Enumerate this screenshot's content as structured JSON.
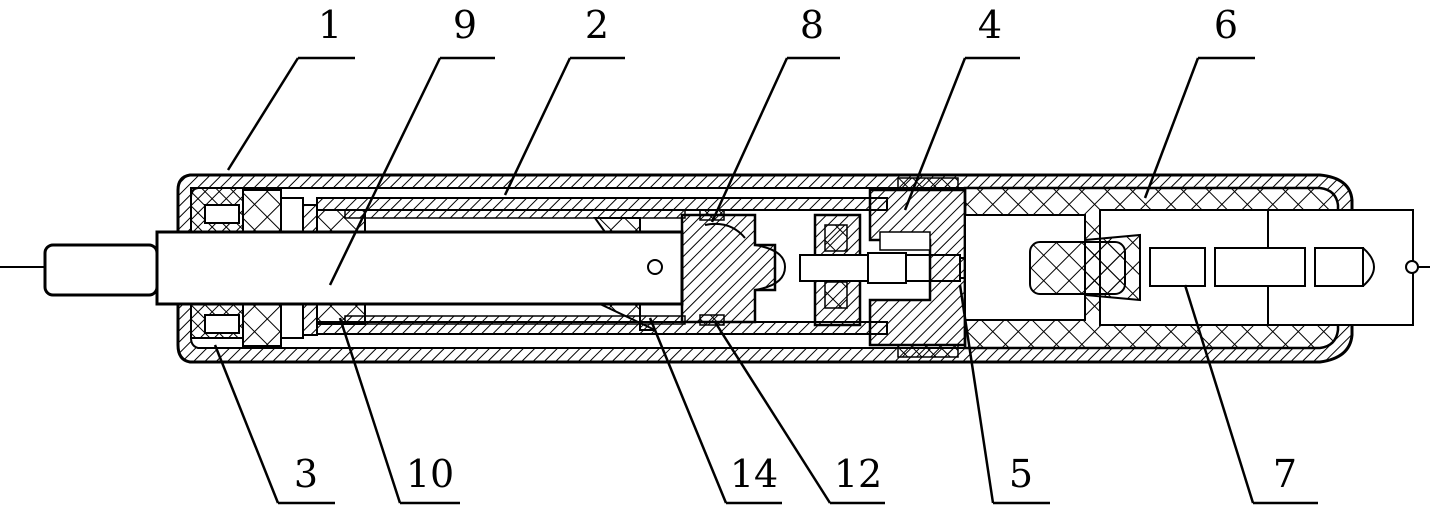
{
  "callouts": {
    "c1": "1",
    "c9": "9",
    "c2": "2",
    "c8": "8",
    "c4": "4",
    "c6": "6",
    "c3": "3",
    "c10": "10",
    "c14": "14",
    "c12": "12",
    "c5": "5",
    "c7": "7"
  },
  "colors": {
    "ink": "#000000",
    "paper": "#ffffff"
  }
}
